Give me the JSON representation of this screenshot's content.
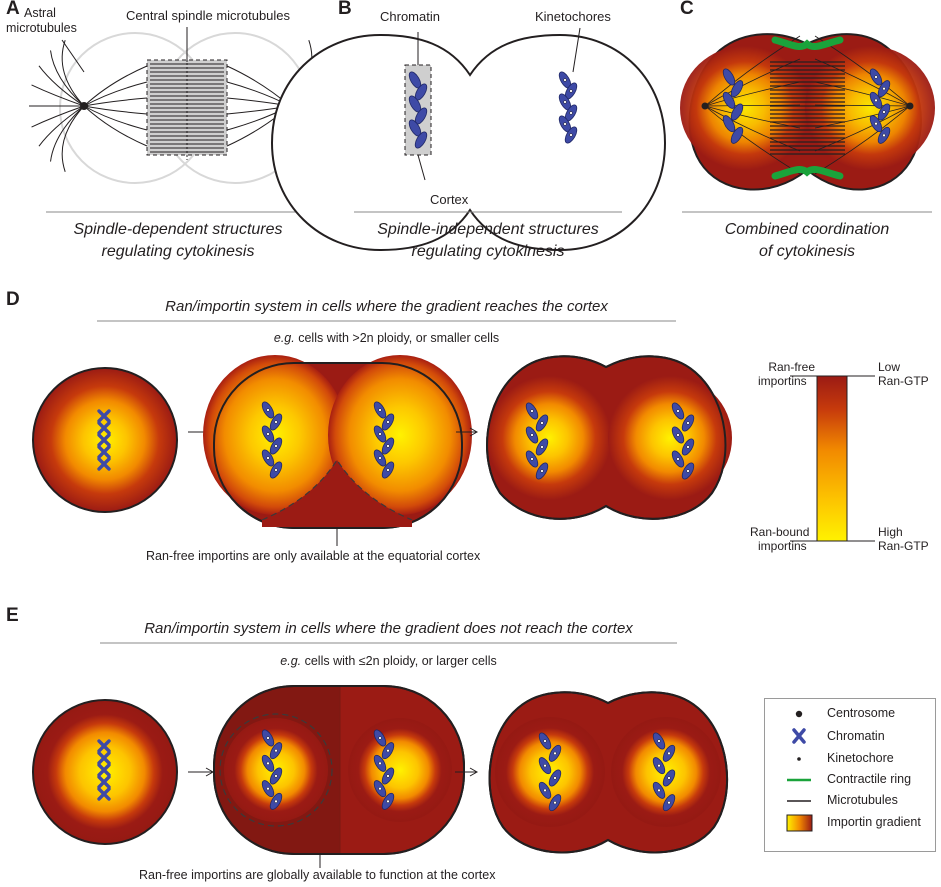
{
  "panel_a": {
    "label": "A",
    "astral_label_1": "Astral",
    "astral_label_2": "microtubules",
    "central_label": "Central spindle microtubules",
    "caption_1": "Spindle-dependent structures",
    "caption_2": "regulating cytokinesis"
  },
  "panel_b": {
    "label": "B",
    "chromatin_label": "Chromatin",
    "kinetochores_label": "Kinetochores",
    "cortex_label": "Cortex",
    "caption_1": "Spindle-independent structures",
    "caption_2": "regulating cytokinesis"
  },
  "panel_c": {
    "label": "C",
    "caption_1": "Combined coordination",
    "caption_2": "of cytokinesis"
  },
  "panel_d": {
    "label": "D",
    "heading": "Ran/importin system in cells where the gradient reaches the cortex",
    "sub_eg": "e.g.",
    "sub_text": "cells with >2n ploidy, or smaller cells",
    "bottom_note": "Ran-free importins are only available at the equatorial cortex"
  },
  "panel_e": {
    "label": "E",
    "heading": "Ran/importin system in cells where the gradient does not reach the cortex",
    "sub_eg": "e.g.",
    "sub_text": "cells with ≤2n ploidy, or larger cells",
    "bottom_note": "Ran-free importins are globally available to function at the cortex"
  },
  "gradient_bar": {
    "top_left_1": "Ran-free",
    "top_left_2": "importins",
    "top_right_1": "Low",
    "top_right_2": "Ran-GTP",
    "bottom_left_1": "Ran-bound",
    "bottom_left_2": "importins",
    "bottom_right_1": "High",
    "bottom_right_2": "Ran-GTP"
  },
  "legend": {
    "items": [
      {
        "label": "Centrosome",
        "icon": "centrosome-icon"
      },
      {
        "label": "Chromatin",
        "icon": "chromatin-icon"
      },
      {
        "label": "Kinetochore",
        "icon": "kinetochore-icon"
      },
      {
        "label": "Contractile ring",
        "icon": "contractile-ring-icon"
      },
      {
        "label": "Microtubules",
        "icon": "microtubule-icon"
      },
      {
        "label": "Importin gradient",
        "icon": "importin-gradient-icon"
      }
    ]
  },
  "colors": {
    "chromatin": "#3e4aa6",
    "ring": "#1aa33b",
    "gradient_inner": "#fff200",
    "gradient_mid": "#f39000",
    "gradient_outer": "#9b1b14",
    "spindle_box": "#cfcfcf"
  }
}
